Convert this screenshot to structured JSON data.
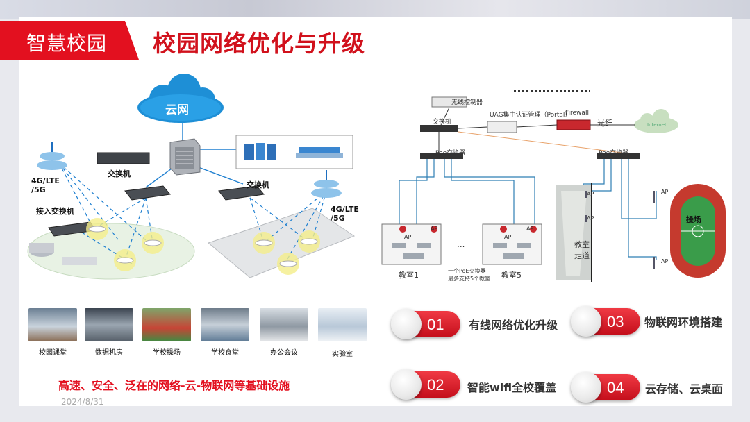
{
  "header": {
    "label": "智慧校园",
    "title": "校园网络优化与升级"
  },
  "date": "2024/8/31",
  "left_diagram": {
    "cloud": "云网",
    "switch_top": "交换机",
    "switch_right": "交换机",
    "access_switch": "接入交换机",
    "tower_left_label": "4G/LTE\n/5G",
    "tower_right_label": "4G/LTE\n/5G"
  },
  "right_diagram": {
    "wireless_controller": "无线控制器",
    "core_switch": "交换机",
    "uag": "UAG集中认证管理（Portal）",
    "firewall": "Firewall",
    "fiber": "光纤",
    "internet": "Internet",
    "poe_left": "Poe交换器",
    "poe_right": "Poe交换器",
    "ap": "AP",
    "classroom1": "教室1",
    "classroom5": "教室5",
    "ellipsis": "...",
    "note_line1": "一个PoE交换器",
    "note_line2": "最多支持5个教室",
    "corridor": "教室\n走道",
    "field": "操场"
  },
  "photos": [
    "校园课堂",
    "数据机房",
    "学校操场",
    "学校食堂",
    "办公会议",
    "实验室"
  ],
  "bottom_text": "高速、安全、泛在的网络-云-物联网等基础设施",
  "features": [
    {
      "num": "01",
      "text": "有线网络优化升级"
    },
    {
      "num": "02",
      "text": "智能wifi全校覆盖"
    },
    {
      "num": "03",
      "text": "物联网环境搭建"
    },
    {
      "num": "04",
      "text": "云存储、云桌面"
    }
  ],
  "colors": {
    "accent": "#e3101f",
    "cloud": "#1e8fd6"
  }
}
